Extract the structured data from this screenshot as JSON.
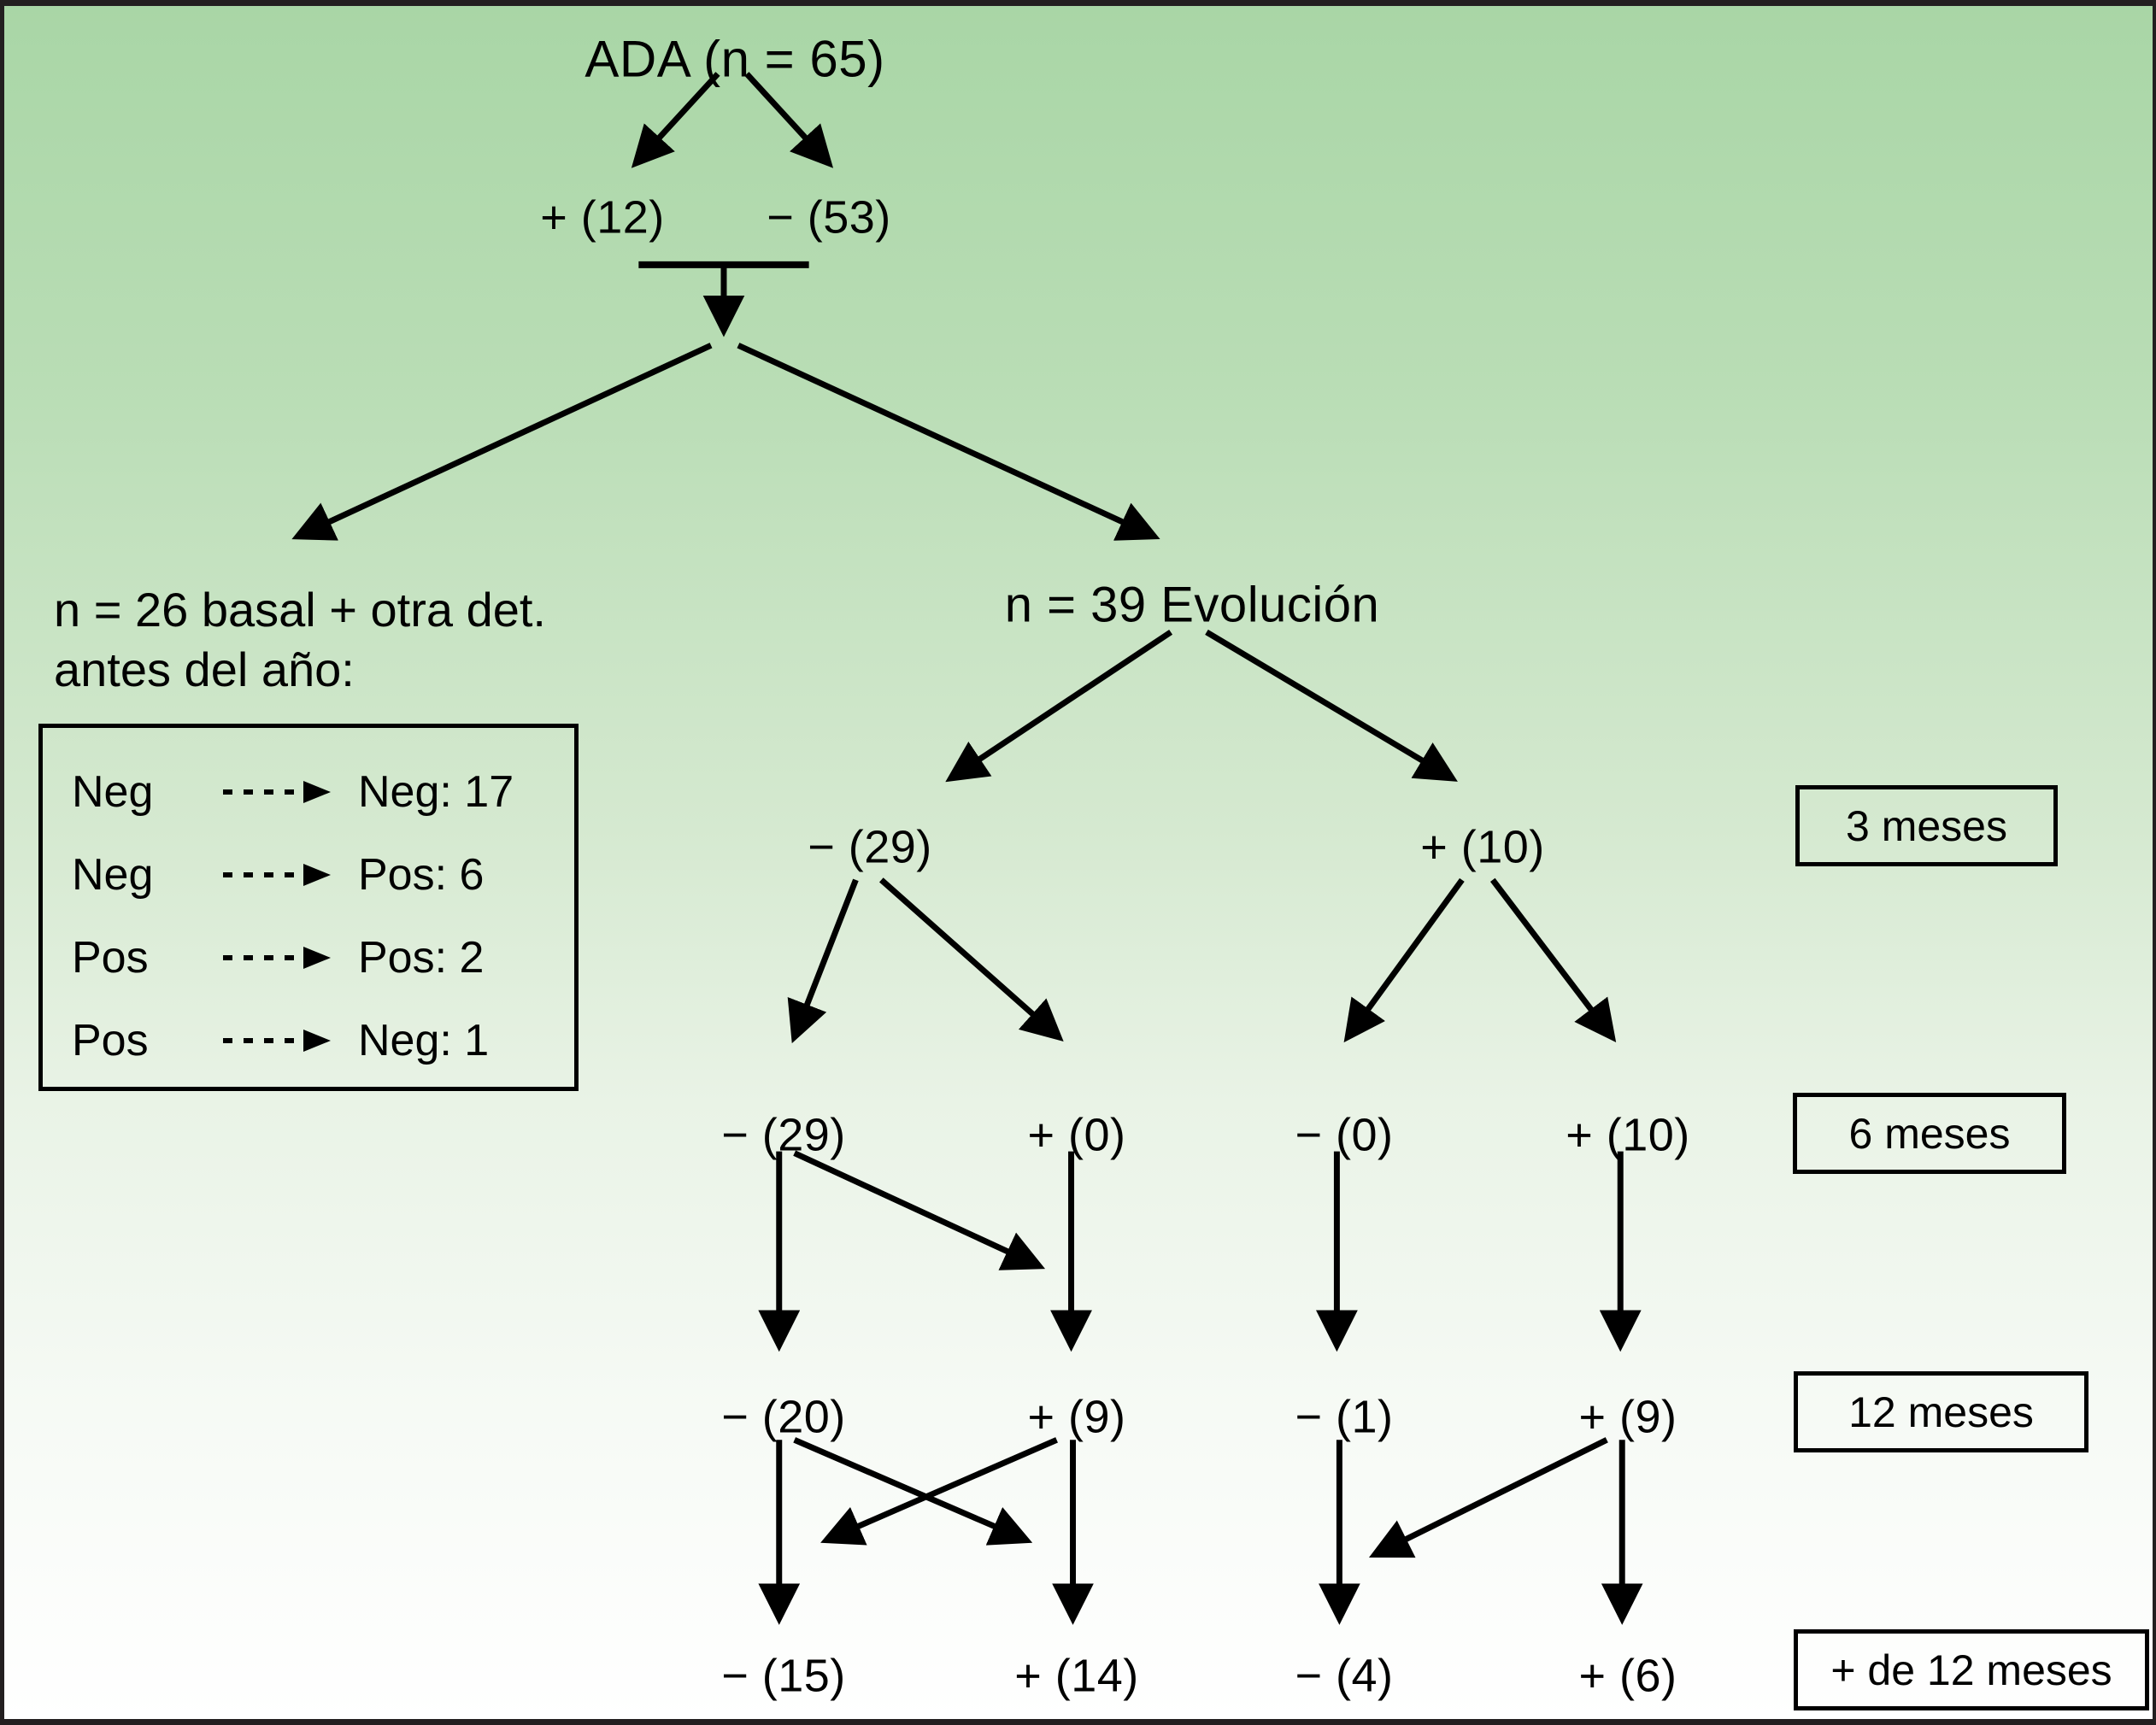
{
  "figure": {
    "background_top_color": "#a9d6a6",
    "background_bottom_color": "#ffffff",
    "line_color": "#000000"
  },
  "root": {
    "label": "ADA (n = 65)"
  },
  "split_initial": {
    "positive": "+ (12)",
    "negative": "− (53)"
  },
  "branches": {
    "left": {
      "label": "n = 26 basal + otra det.\nantes del año:",
      "legend": [
        {
          "from": "Neg",
          "to": "Neg: 17"
        },
        {
          "from": "Neg",
          "to": "Pos: 6"
        },
        {
          "from": "Pos",
          "to": "Pos: 2"
        },
        {
          "from": "Pos",
          "to": "Neg: 1"
        }
      ]
    },
    "right": {
      "label": "n = 39 Evolución"
    }
  },
  "timeline": [
    {
      "label": "3 meses"
    },
    {
      "label": "6 meses"
    },
    {
      "label": "12 meses"
    },
    {
      "label": "+ de 12 meses"
    }
  ],
  "rows": {
    "three_months": [
      {
        "value": "− (29)"
      },
      {
        "value": "+ (10)"
      }
    ],
    "six_months": [
      {
        "value": "− (29)"
      },
      {
        "value": "+ (0)"
      },
      {
        "value": "− (0)"
      },
      {
        "value": "+ (10)"
      }
    ],
    "twelve_months": [
      {
        "value": "− (20)"
      },
      {
        "value": "+ (9)"
      },
      {
        "value": "− (1)"
      },
      {
        "value": "+ (9)"
      }
    ],
    "over_twelve_months": [
      {
        "value": "− (15)"
      },
      {
        "value": "+ (14)"
      },
      {
        "value": "− (4)"
      },
      {
        "value": "+ (6)"
      }
    ]
  }
}
